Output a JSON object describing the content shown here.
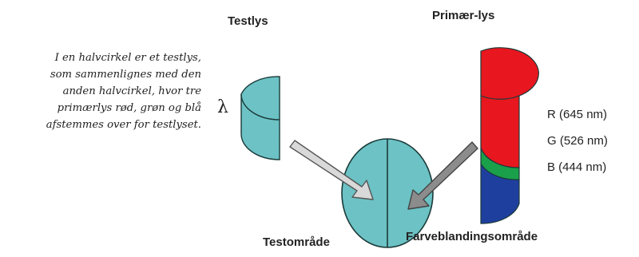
{
  "caption_lines": [
    "I en halvcirkel er et testlys,",
    "som sammenlignes med den",
    "anden halvcirkel, hvor tre",
    "primærlys rød, grøn og blå",
    "afstemmes over for testlyset."
  ],
  "labels": {
    "testlys": "Testlys",
    "primaer_lys": "Primær-lys",
    "lambda": "λ",
    "testomraade": "Testområde",
    "farveblanding": "Farveblandingsområde"
  },
  "primaries": [
    {
      "label": "R (645 nm)",
      "color": "#e8161e"
    },
    {
      "label": "G (526 nm)",
      "color": "#1aa04a"
    },
    {
      "label": "B (444 nm)",
      "color": "#1f3f9e"
    }
  ],
  "colors": {
    "test_fill": "#6cc2c4",
    "outline": "#1b3a3a",
    "arrow_fill": "#d9d9d9",
    "arrow_stroke": "#555555"
  }
}
